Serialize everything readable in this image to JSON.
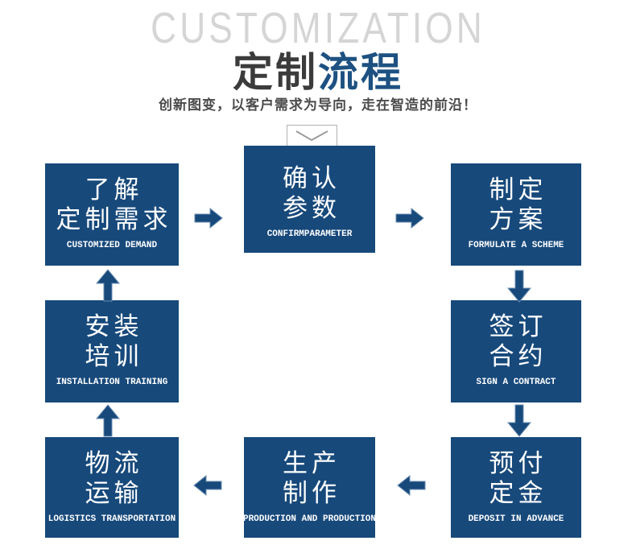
{
  "header": {
    "watermark": "CUSTOMIZATION",
    "title_primary": "定制",
    "title_accent": "流程",
    "subtitle": "创新图变，以客户需求为导向，走在智造的前沿！"
  },
  "colors": {
    "box_blue": "#17497b",
    "arrow_edge": "#6a8db1",
    "title_accent": "#1d5181",
    "title_gray": "#3b3b3b",
    "watermark_gray": "#d5d5d5"
  },
  "icons": {
    "chevron_down": "chevron-down",
    "arrow_right": "block-arrow-right",
    "arrow_left": "block-arrow-left",
    "arrow_up": "block-arrow-up",
    "arrow_down": "block-arrow-down"
  },
  "flow": {
    "steps": [
      {
        "line1": "了解",
        "line2": "定制需求",
        "en": "CUSTOMIZED DEMAND"
      },
      {
        "line1": "确认",
        "line2": "参数",
        "en": "CONFIRMPARAMETER"
      },
      {
        "line1": "制定",
        "line2": "方案",
        "en": "FORMULATE A SCHEME"
      },
      {
        "line1": "签订",
        "line2": "合约",
        "en": "SIGN A CONTRACT"
      },
      {
        "line1": "预付",
        "line2": "定金",
        "en": "DEPOSIT IN ADVANCE"
      },
      {
        "line1": "生产",
        "line2": "制作",
        "en": "PRODUCTION AND PRODUCTION"
      },
      {
        "line1": "物流",
        "line2": "运输",
        "en": "LOGISTICS TRANSPORTATION"
      },
      {
        "line1": "安装",
        "line2": "培训",
        "en": "INSTALLATION TRAINING"
      }
    ],
    "connections": [
      {
        "from": "了解定制需求",
        "to": "确认参数",
        "direction": "right"
      },
      {
        "from": "确认参数",
        "to": "制定方案",
        "direction": "right"
      },
      {
        "from": "制定方案",
        "to": "签订合约",
        "direction": "down"
      },
      {
        "from": "签订合约",
        "to": "预付定金",
        "direction": "down"
      },
      {
        "from": "预付定金",
        "to": "生产制作",
        "direction": "left"
      },
      {
        "from": "生产制作",
        "to": "物流运输",
        "direction": "left"
      },
      {
        "from": "物流运输",
        "to": "安装培训",
        "direction": "up"
      },
      {
        "from": "安装培训",
        "to": "了解定制需求",
        "direction": "up"
      }
    ]
  }
}
